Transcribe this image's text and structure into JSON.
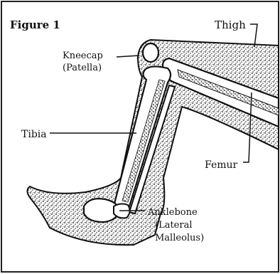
{
  "figure": {
    "title": "Figure 1",
    "labels": {
      "thigh": "Thigh",
      "kneecap_line1": "Kneecap",
      "kneecap_line2": "(Patella)",
      "tibia": "Tibia",
      "femur": "Femur",
      "anklebone_line1": "Anklebone",
      "anklebone_line2": "(Lateral",
      "anklebone_line3": "Malleolus)"
    }
  }
}
